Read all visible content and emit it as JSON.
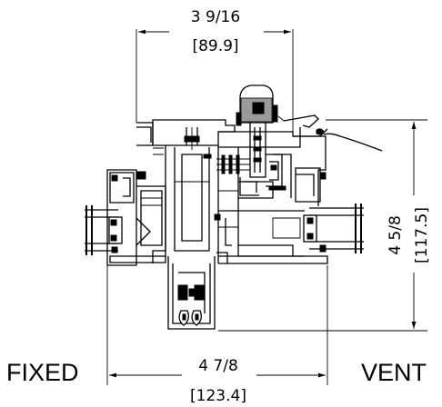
{
  "dimensions": {
    "top_width_in": "3 9/16",
    "top_width_mm": "[89.9]",
    "side_height_in": "4 5/8",
    "side_height_mm": "[117.5]",
    "bottom_width_in": "4 7/8",
    "bottom_width_mm": "[123.4]"
  },
  "labels": {
    "left": "FIXED",
    "right": "VENT"
  }
}
